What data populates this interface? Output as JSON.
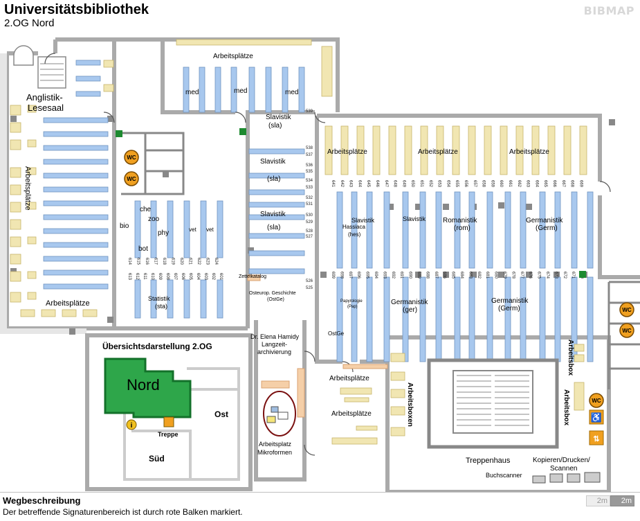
{
  "header": {
    "title": "Universitätsbibliothek",
    "subtitle": "2.OG Nord",
    "logo": "BIBMAP"
  },
  "labels": {
    "anglistik": "Anglistik-",
    "lesesaal": "Lesesaal",
    "arbeitsplaetze": "Arbeitsplätze",
    "arbeitsboxen": "Arbeitsboxen",
    "arbeitsbox": "Arbeitsbox",
    "med": "med",
    "slavistik": "Slavistik",
    "sla": "(sla)",
    "che": "che",
    "zoo": "zoo",
    "bio": "bio",
    "phy": "phy",
    "vet": "vet",
    "bot": "bot",
    "statistik": "Statistik",
    "sta": "(sta)",
    "zettelkatalog": "Zettelkatalog",
    "osteurop": "Osteurop. Geschichte",
    "ostge_paren": "(OstGe)",
    "hassiaca": "Hassiaca",
    "hes": "(hes)",
    "romanistik": "Romanistik",
    "rom": "(rom)",
    "germanistik_cap": "Germanistik",
    "germ": "(Germ)",
    "ger": "(ger)",
    "papyrologie": "Papyrologie",
    "pap": "(Pap)",
    "ostge": "OstGe",
    "elena1": "Dr. Elena Hamidy",
    "elena2": "Langzeit-",
    "elena3": "archivierung",
    "ap_mikro1": "Arbeitsplatz",
    "ap_mikro2": "Mikroformen",
    "treppenhaus": "Treppenhaus",
    "kopieren": "Kopieren/Drucken/",
    "scannen": "Scannen",
    "buchscanner": "Buchscanner",
    "wc": "WC",
    "overview_title": "Übersichtsdarstellung 2.OG",
    "nord": "Nord",
    "ost": "Ost",
    "sued": "Süd",
    "treppe": "Treppe",
    "info": "i"
  },
  "shelf_numbers": {
    "slavistik_right": [
      "539",
      "538",
      "537",
      "536",
      "535",
      "534",
      "533",
      "532",
      "531",
      "530",
      "529",
      "528",
      "527",
      "526",
      "525"
    ],
    "left_top": [
      "614",
      "615",
      "616",
      "617",
      "618",
      "619",
      "620",
      "621",
      "622",
      "623",
      "624"
    ],
    "left_bottom": [
      "613",
      "612",
      "611",
      "610",
      "609",
      "608",
      "607",
      "606",
      "605",
      "604",
      "603",
      "602",
      "601"
    ],
    "right_top": [
      "641",
      "642",
      "643",
      "644",
      "645",
      "646",
      "647",
      "648",
      "649",
      "650",
      "651",
      "652",
      "653",
      "654",
      "655",
      "656",
      "657",
      "658",
      "659",
      "660",
      "661",
      "662",
      "663",
      "664",
      "665",
      "666",
      "667",
      "668",
      "669"
    ],
    "right_bottom": [
      "699",
      "698",
      "697",
      "696",
      "695",
      "694",
      "693",
      "692",
      "691",
      "690",
      "689",
      "688",
      "687",
      "686",
      "685",
      "684",
      "683",
      "682",
      "681",
      "680",
      "679",
      "678",
      "677",
      "676",
      "675",
      "674",
      "673",
      "672",
      "671",
      "670"
    ]
  },
  "colors": {
    "wall": "#aaaaaa",
    "floor_outside": "#e6e6e6",
    "shelf": "#a8c8ee",
    "shelf_border": "#6f93bf",
    "desk": "#f1e6b2",
    "desk_border": "#c6b46a",
    "nord_green": "#2ea64a",
    "highlight_ring": "#7a1010",
    "wc_orange": "#f0a020"
  },
  "footer": {
    "heading": "Wegbeschreibung",
    "text": "Der betreffende Signaturenbereich ist durch rote Balken markiert.",
    "scale_a": "2m",
    "scale_b": "2m"
  }
}
